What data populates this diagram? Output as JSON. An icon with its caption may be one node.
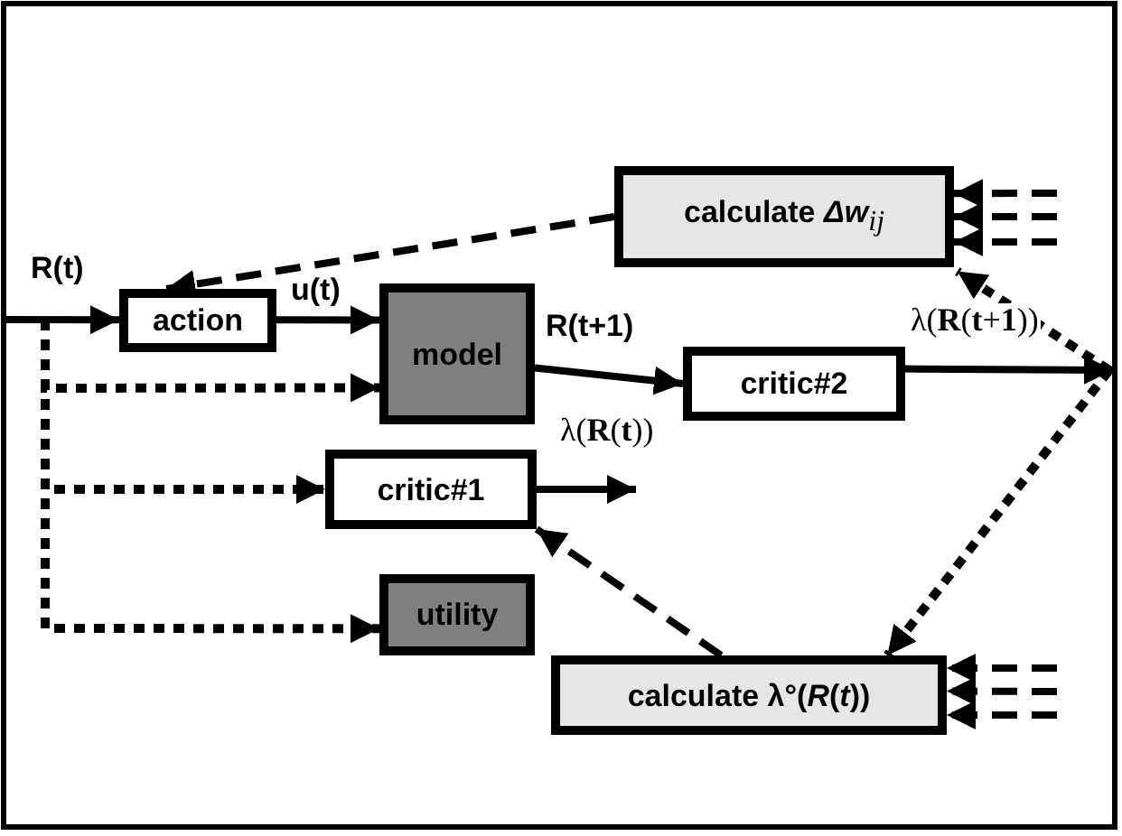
{
  "diagram": {
    "nodes": [
      {
        "text": [
          "action"
        ]
      },
      {
        "text": [
          "model"
        ]
      },
      {
        "text": [
          "critic#2"
        ]
      },
      {
        "text": [
          "critic#1"
        ]
      },
      {
        "text": [
          "utility"
        ]
      },
      {
        "text": [
          "calculate *Δw*$_{ij}$"
        ]
      },
      {
        "text": [
          "calculate λ°(*R*(*t*))"
        ]
      }
    ],
    "edges": [
      {
        "from": null,
        "to": 0,
        "arrow": "to",
        "label": "R(t)"
      },
      {
        "from": 0,
        "to": 1,
        "arrow": "to",
        "label": "u(t)"
      },
      {
        "from": 1,
        "to": 2,
        "arrow": "to",
        "label": "R(t+1)"
      },
      {
        "from": 2,
        "to": null,
        "arrow": "to",
        "label": "λ(**R**(**t**+**1**))"
      },
      {
        "from": 3,
        "to": null,
        "arrow": "to",
        "label": "λ(**R**(**t**))"
      },
      {
        "from": 5,
        "to": 0,
        "arrow": "to",
        "style": "dashed"
      },
      {
        "from": 6,
        "to": 3,
        "arrow": "to",
        "style": "dashed"
      },
      {
        "from": null,
        "to": 5,
        "arrow": "to",
        "style": "dashed"
      },
      {
        "from": null,
        "to": 6,
        "arrow": "to",
        "style": "dashed"
      },
      {
        "from": null,
        "to": 1,
        "arrow": "to",
        "style": "dashed"
      },
      {
        "from": null,
        "to": 3,
        "arrow": "to",
        "style": "dashed"
      },
      {
        "from": null,
        "to": 4,
        "arrow": "to",
        "style": "dashed"
      },
      {
        "from": null,
        "to": 5,
        "arrow": "to",
        "style": "dashed"
      },
      {
        "from": null,
        "to": 5,
        "arrow": "to",
        "style": "dashed"
      },
      {
        "from": null,
        "to": 5,
        "arrow": "to",
        "style": "dashed"
      },
      {
        "from": null,
        "to": 6,
        "arrow": "to",
        "style": "dashed"
      },
      {
        "from": null,
        "to": 6,
        "arrow": "to",
        "style": "dashed"
      },
      {
        "from": null,
        "to": 6,
        "arrow": "to",
        "style": "dashed"
      }
    ]
  }
}
